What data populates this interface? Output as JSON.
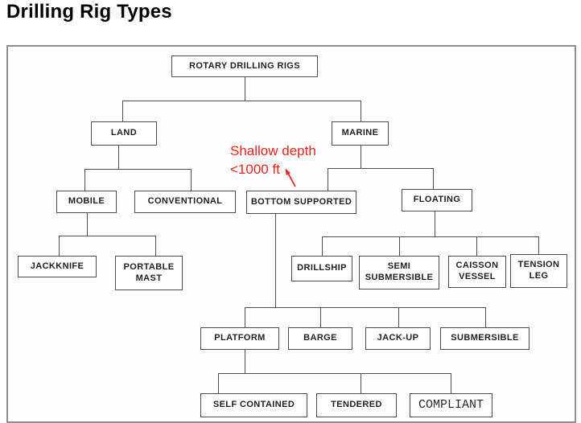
{
  "page_title": "Drilling Rig Types",
  "diagram": {
    "nodes": {
      "rotary_drilling_rigs": "ROTARY DRILLING RIGS",
      "land": "LAND",
      "marine": "MARINE",
      "mobile": "MOBILE",
      "conventional": "CONVENTIONAL",
      "bottom_supported": "BOTTOM SUPPORTED",
      "floating": "FLOATING",
      "jackknife": "JACKKNIFE",
      "portable_mast": "PORTABLE MAST",
      "drillship": "DRILLSHIP",
      "semi_submersible": "SEMI SUBMERSIBLE",
      "caisson_vessel": "CAISSON VESSEL",
      "tension_leg": "TENSION LEG",
      "platform": "PLATFORM",
      "barge": "BARGE",
      "jack_up": "JACK-UP",
      "submersible": "SUBMERSIBLE",
      "self_contained": "SELF CONTAINED",
      "tendered": "TENDERED",
      "compliant": "COMPLIANT"
    },
    "hierarchy": {
      "ROTARY DRILLING RIGS": {
        "LAND": {
          "MOBILE": [
            "JACKKNIFE",
            "PORTABLE MAST"
          ],
          "CONVENTIONAL": []
        },
        "MARINE": {
          "BOTTOM SUPPORTED": {
            "PLATFORM": [
              "SELF CONTAINED",
              "TENDERED",
              "COMPLIANT"
            ],
            "BARGE": [],
            "JACK-UP": [],
            "SUBMERSIBLE": []
          },
          "FLOATING": [
            "DRILLSHIP",
            "SEMI SUBMERSIBLE",
            "CAISSON VESSEL",
            "TENSION LEG"
          ]
        }
      }
    },
    "annotation": {
      "line1": "Shallow depth",
      "line2": "<1000 ft",
      "color": "#e8251d"
    }
  }
}
